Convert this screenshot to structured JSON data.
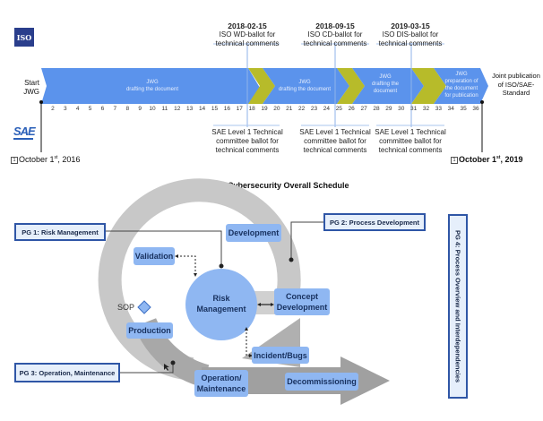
{
  "schedule": {
    "logos": {
      "iso": "ISO",
      "sae": "SAE"
    },
    "start_label": [
      "Start",
      "JWG"
    ],
    "end_label": [
      "Joint publication",
      "of ISO/SAE-",
      "Standard"
    ],
    "milestones": [
      {
        "date": "2018-02-15",
        "lines": [
          "ISO WD-ballot for",
          "technical comments"
        ]
      },
      {
        "date": "2018-09-15",
        "lines": [
          "ISO CD-ballot for",
          "technical comments"
        ]
      },
      {
        "date": "2019-03-15",
        "lines": [
          "ISO DIS-ballot for",
          "technical comments"
        ]
      }
    ],
    "phases": [
      {
        "title": "JWG",
        "lines": [
          "drafting the document"
        ]
      },
      {
        "title": "JWG",
        "lines": [
          "drafting the document"
        ]
      },
      {
        "title": "JWG",
        "lines": [
          "drafting the",
          "document"
        ]
      },
      {
        "title": "JWG",
        "lines": [
          "preparation of",
          "the document",
          "for publication"
        ]
      }
    ],
    "months": [
      "2",
      "3",
      "4",
      "5",
      "6",
      "7",
      "8",
      "9",
      "10",
      "11",
      "12",
      "13",
      "14",
      "15",
      "16",
      "17",
      "18",
      "19",
      "20",
      "21",
      "22",
      "23",
      "24",
      "25",
      "26",
      "27",
      "28",
      "29",
      "30",
      "31",
      "32",
      "33",
      "34",
      "35",
      "36"
    ],
    "sae_ballots": [
      {
        "lines": [
          "SAE Level 1 Technical",
          "committee ballot for",
          "technical comments"
        ]
      },
      {
        "lines": [
          "SAE Level 1 Technical",
          "committee ballot for",
          "technical comments"
        ]
      },
      {
        "lines": [
          "SAE Level 1 Technical",
          "committee ballot for",
          "technical comments"
        ]
      }
    ],
    "start_date": {
      "prefix": "October 1",
      "sup": "st",
      "suffix": ", 2016"
    },
    "end_date": {
      "prefix": "October 1",
      "sup": "st",
      "suffix": ", 2019"
    },
    "caption": "Figure 2 Cybersecurity Overall Schedule",
    "colors": {
      "bar": "#5b93ec",
      "gate": "#b7bb2a"
    }
  },
  "lifecycle": {
    "pg_boxes": {
      "pg1": "PG 1: Risk Management",
      "pg2": "PG 2: Process Development",
      "pg3": "PG 3: Operation, Maintenance",
      "pg4": "PG 4: Process Overview and Interdependencies"
    },
    "nodes": {
      "development": "Development",
      "validation": "Validation",
      "risk_management": [
        "Risk",
        "Management"
      ],
      "concept_development": [
        "Concept",
        "Development"
      ],
      "production": "Production",
      "incident_bugs": "Incident/Bugs",
      "operation_maintenance": [
        "Operation/",
        "Maintenance"
      ],
      "decommissioning": "Decommissioning"
    },
    "sop_label": "SOP"
  }
}
